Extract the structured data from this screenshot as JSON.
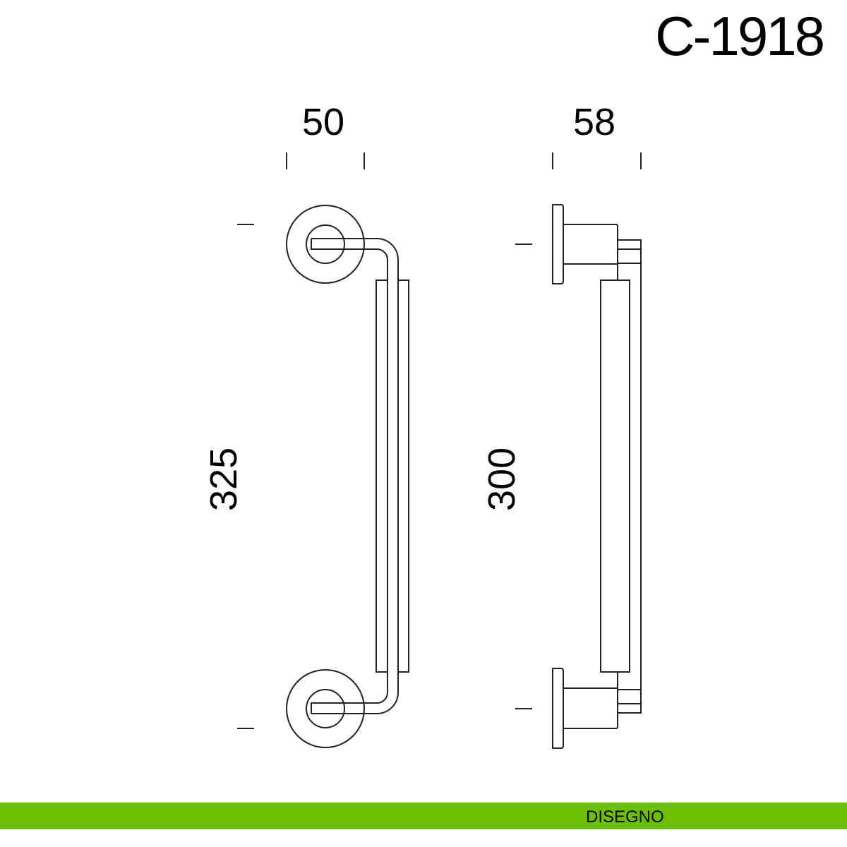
{
  "product_code": "C-1918",
  "dimensions": {
    "front_width": "50",
    "side_depth": "58",
    "total_height": "325",
    "center_distance": "300"
  },
  "footer": {
    "label": "DISEGNO",
    "color": "#6cc000"
  }
}
